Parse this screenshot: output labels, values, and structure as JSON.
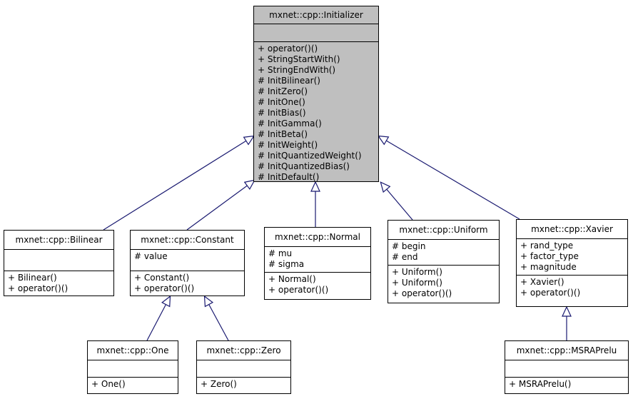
{
  "diagram": {
    "type": "uml-class-inheritance",
    "root_class": "mxnet::cpp::Initializer"
  },
  "colors": {
    "highlight_fill": "#bfbfbf",
    "box_fill": "#ffffff",
    "border": "#000000",
    "arrow": "#191970"
  },
  "classes": {
    "initializer": {
      "name": "mxnet::cpp::Initializer",
      "attributes": [],
      "methods": [
        "+ operator()()",
        "+ StringStartWith()",
        "+ StringEndWith()",
        "# InitBilinear()",
        "# InitZero()",
        "# InitOne()",
        "# InitBias()",
        "# InitGamma()",
        "# InitBeta()",
        "# InitWeight()",
        "# InitQuantizedWeight()",
        "# InitQuantizedBias()",
        "# InitDefault()"
      ]
    },
    "bilinear": {
      "name": "mxnet::cpp::Bilinear",
      "attributes": [],
      "methods": [
        "+ Bilinear()",
        "+ operator()()"
      ]
    },
    "constant": {
      "name": "mxnet::cpp::Constant",
      "attributes": [
        "# value"
      ],
      "methods": [
        "+ Constant()",
        "+ operator()()"
      ]
    },
    "normal": {
      "name": "mxnet::cpp::Normal",
      "attributes": [
        "# mu",
        "# sigma"
      ],
      "methods": [
        "+ Normal()",
        "+ operator()()"
      ]
    },
    "uniform": {
      "name": "mxnet::cpp::Uniform",
      "attributes": [
        "# begin",
        "# end"
      ],
      "methods": [
        "+ Uniform()",
        "+ Uniform()",
        "+ operator()()"
      ]
    },
    "xavier": {
      "name": "mxnet::cpp::Xavier",
      "attributes": [
        "+ rand_type",
        "+ factor_type",
        "+ magnitude"
      ],
      "methods": [
        "+ Xavier()",
        "+ operator()()"
      ]
    },
    "one": {
      "name": "mxnet::cpp::One",
      "attributes": [],
      "methods": [
        "+ One()"
      ]
    },
    "zero": {
      "name": "mxnet::cpp::Zero",
      "attributes": [],
      "methods": [
        "+ Zero()"
      ]
    },
    "msraprelu": {
      "name": "mxnet::cpp::MSRAPrelu",
      "attributes": [],
      "methods": [
        "+ MSRAPrelu()"
      ]
    }
  },
  "relations": [
    {
      "from": "mxnet::cpp::Bilinear",
      "to": "mxnet::cpp::Initializer",
      "type": "inheritance"
    },
    {
      "from": "mxnet::cpp::Constant",
      "to": "mxnet::cpp::Initializer",
      "type": "inheritance"
    },
    {
      "from": "mxnet::cpp::Normal",
      "to": "mxnet::cpp::Initializer",
      "type": "inheritance"
    },
    {
      "from": "mxnet::cpp::Uniform",
      "to": "mxnet::cpp::Initializer",
      "type": "inheritance"
    },
    {
      "from": "mxnet::cpp::Xavier",
      "to": "mxnet::cpp::Initializer",
      "type": "inheritance"
    },
    {
      "from": "mxnet::cpp::One",
      "to": "mxnet::cpp::Constant",
      "type": "inheritance"
    },
    {
      "from": "mxnet::cpp::Zero",
      "to": "mxnet::cpp::Constant",
      "type": "inheritance"
    },
    {
      "from": "mxnet::cpp::MSRAPrelu",
      "to": "mxnet::cpp::Xavier",
      "type": "inheritance"
    }
  ]
}
